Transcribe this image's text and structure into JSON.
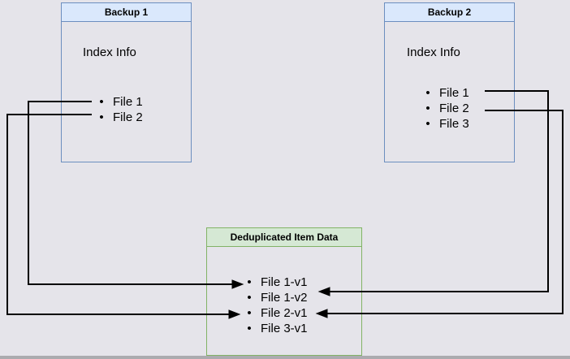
{
  "diagram": {
    "backup1": {
      "title": "Backup 1",
      "subtitle": "Index Info",
      "files": [
        "File 1",
        "File 2"
      ]
    },
    "backup2": {
      "title": "Backup 2",
      "subtitle": "Index Info",
      "files": [
        "File 1",
        "File 2",
        "File 3"
      ]
    },
    "dedup": {
      "title": "Deduplicated Item Data",
      "items": [
        "File 1-v1",
        "File 1-v2",
        "File 2-v1",
        "File 3-v1"
      ]
    },
    "connections": [
      {
        "from": "Backup 1 / File 1",
        "to": "File 1-v1"
      },
      {
        "from": "Backup 1 / File 2",
        "to": "File 2-v1"
      },
      {
        "from": "Backup 2 / File 1",
        "to": "File 1-v2"
      },
      {
        "from": "Backup 2 / File 2",
        "to": "File 2-v1"
      }
    ]
  },
  "icons": {
    "bullet": "•"
  },
  "colors": {
    "background": "#e5e4ea",
    "box_border_blue": "#6c8ebf",
    "box_header_blue": "#dae8fc",
    "box_border_green": "#82b366",
    "box_header_green": "#d5e8d4",
    "line": "#000000",
    "bottom_strip": "#ababaf"
  }
}
